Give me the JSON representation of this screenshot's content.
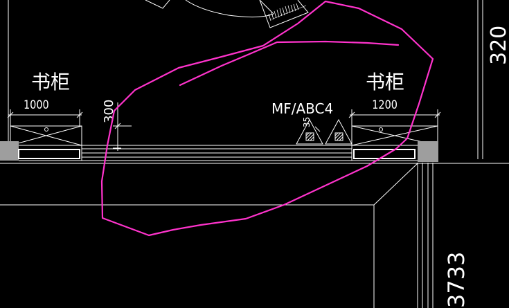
{
  "drawing": {
    "label_cabinet_left": "书柜",
    "label_cabinet_right": "书柜",
    "dim_cabinet_left": "1000",
    "dim_cabinet_right": "1200",
    "dim_left_vertical": "300",
    "dim_right_top": "320",
    "dim_right_bottom": "3733",
    "equipment_tag": "MF/ABC4",
    "equipment_dim": "35"
  },
  "colors": {
    "background": "#000000",
    "linework": "#ffffff",
    "wall_fill": "#9e9e9e",
    "markup": "#ff33cc"
  }
}
